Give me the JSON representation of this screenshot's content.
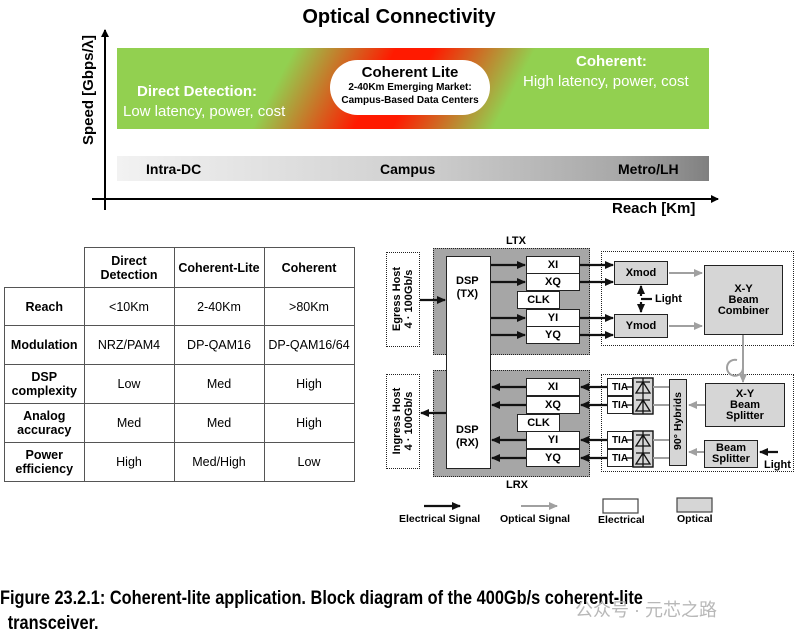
{
  "top_figure": {
    "title": "Optical Connectivity",
    "y_axis_label": "Speed [Gbps/λ]",
    "x_axis_label": "Reach [Km]",
    "regions": [
      {
        "name": "direct-detection",
        "heading": "Direct Detection:",
        "subtext": "Low latency, power, cost",
        "color": "#92d050"
      },
      {
        "name": "coherent-lite",
        "heading": "Coherent Lite",
        "line1": "2-40Km Emerging Market:",
        "line2": "Campus-Based Data Centers",
        "color": "#ff1a00"
      },
      {
        "name": "coherent",
        "heading": "Coherent:",
        "subtext": "High latency, power, cost",
        "color": "#92d050"
      }
    ],
    "reach_bands": [
      "Intra-DC",
      "Campus",
      "Metro/LH"
    ]
  },
  "table": {
    "columns": [
      "",
      "Direct Detection",
      "Coherent-Lite",
      "Coherent"
    ],
    "rows": [
      {
        "label": "Reach",
        "values": [
          "<10Km",
          "2-40Km",
          ">80Km"
        ]
      },
      {
        "label": "Modulation",
        "values": [
          "NRZ/PAM4",
          "DP-QAM16",
          "DP-QAM16/64"
        ]
      },
      {
        "label": "DSP complexity",
        "values": [
          "Low",
          "Med",
          "High"
        ]
      },
      {
        "label": "Analog accuracy",
        "values": [
          "Med",
          "Med",
          "High"
        ]
      },
      {
        "label": "Power efficiency",
        "values": [
          "High",
          "Med/High",
          "Low"
        ]
      }
    ]
  },
  "block_diagram": {
    "ltx_label": "LTX",
    "lrx_label": "LRX",
    "egress_host": [
      "Egress Host",
      "4 · 100Gb/s"
    ],
    "ingress_host": [
      "Ingress Host",
      "4 · 100Gb/s"
    ],
    "dsp_tx": [
      "DSP",
      "(TX)"
    ],
    "dsp_rx": [
      "DSP",
      "(RX)"
    ],
    "tx_channels": [
      "XI",
      "XQ",
      "YI",
      "YQ"
    ],
    "rx_channels": [
      "XI",
      "XQ",
      "YI",
      "YQ"
    ],
    "clk": "CLK",
    "xmod": "Xmod",
    "ymod": "Ymod",
    "light": "Light",
    "combiner": [
      "X-Y",
      "Beam",
      "Combiner"
    ],
    "splitter_xy": [
      "X-Y",
      "Beam",
      "Splitter"
    ],
    "splitter": [
      "Beam",
      "Splitter"
    ],
    "tia": "TIA",
    "hybrids": "90° Hybrids",
    "legend": {
      "electrical_signal": "Electrical Signal",
      "optical_signal": "Optical Signal",
      "electrical": "Electrical",
      "optical": "Optical"
    }
  },
  "caption": {
    "line1": "Figure 23.2.1: Coherent-lite application. Block diagram of the 400Gb/s coherent-lite",
    "line2": "transceiver."
  },
  "watermark": "公众号 · 元芯之路"
}
